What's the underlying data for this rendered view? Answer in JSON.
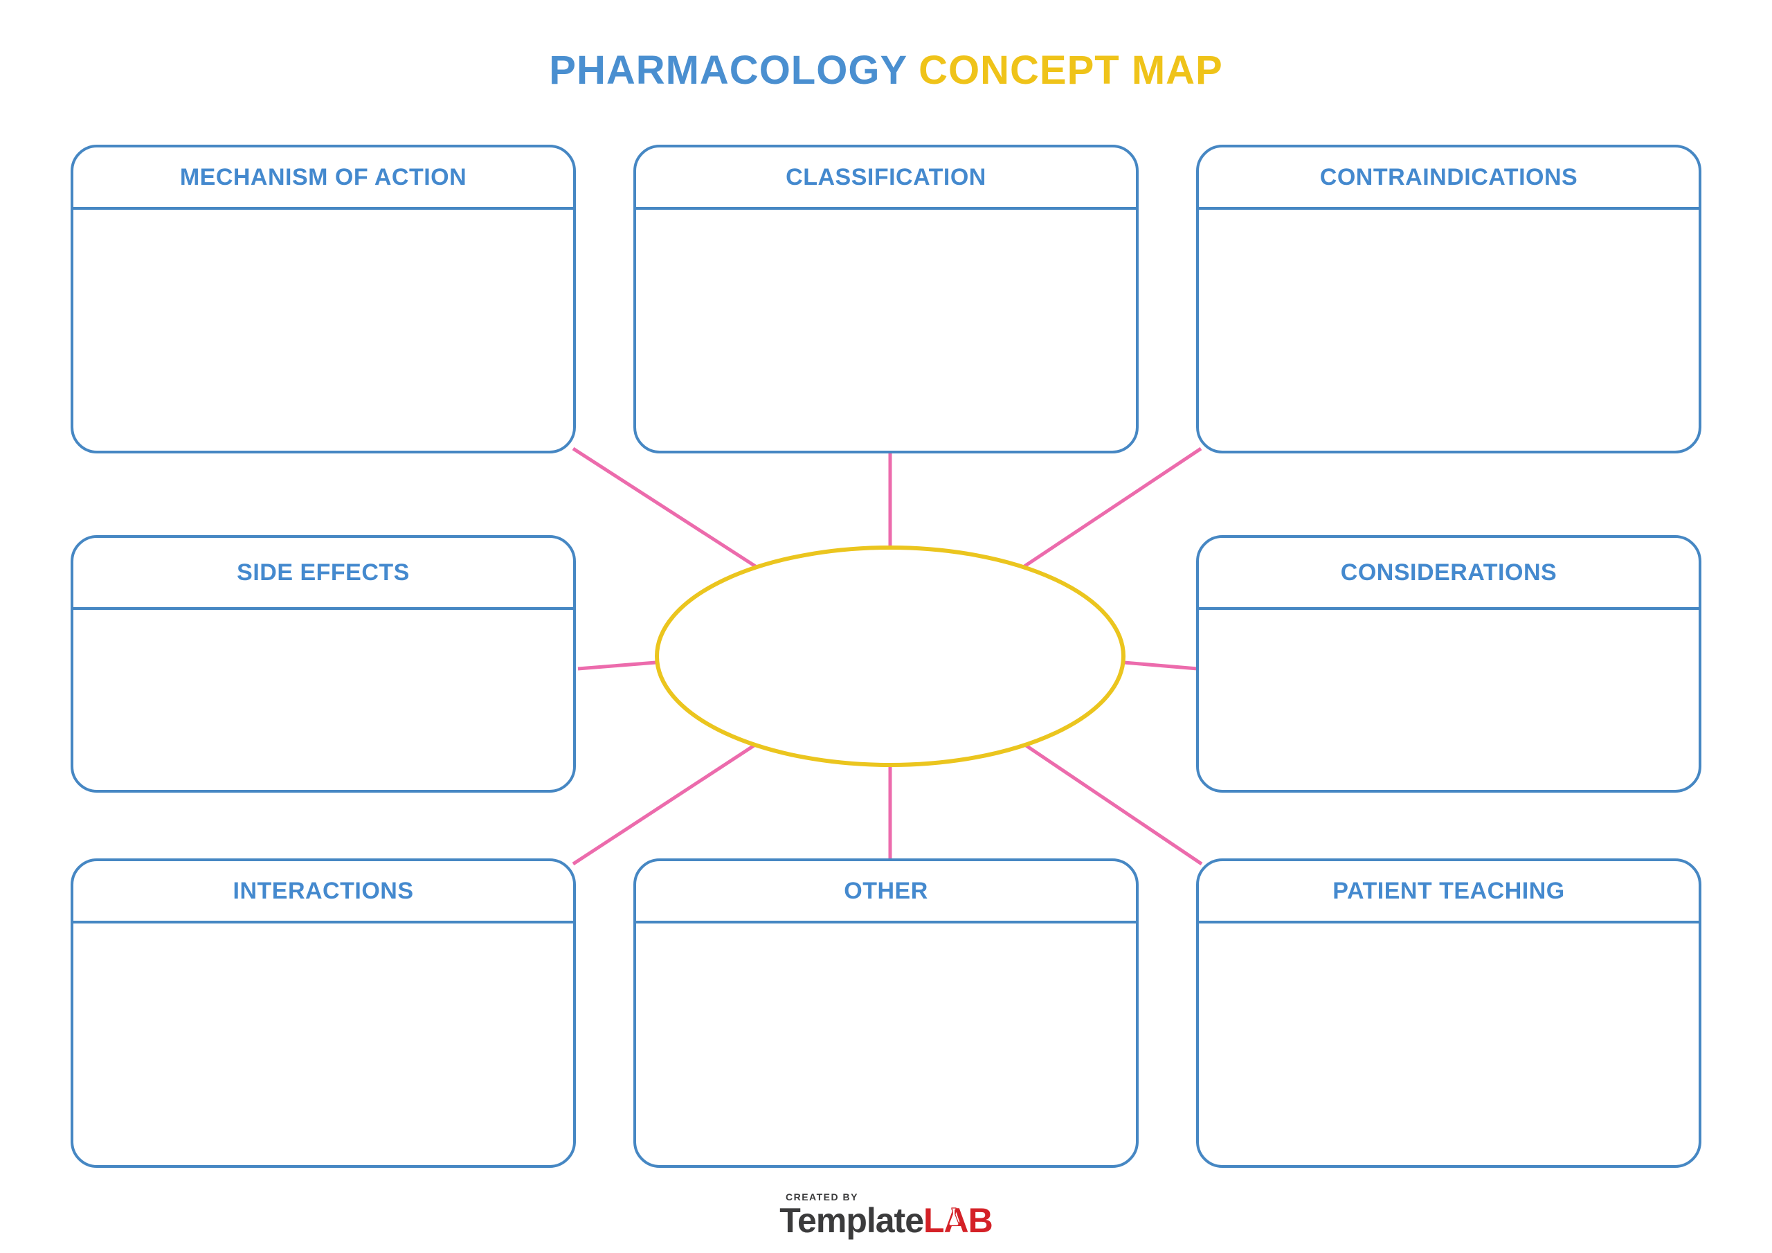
{
  "title": {
    "part1": "PHARMACOLOGY",
    "part2": "CONCEPT MAP"
  },
  "boxes": [
    {
      "id": "mechanism-of-action",
      "label": "MECHANISM OF ACTION",
      "content": ""
    },
    {
      "id": "classification",
      "label": "CLASSIFICATION",
      "content": ""
    },
    {
      "id": "contraindications",
      "label": "CONTRAINDICATIONS",
      "content": ""
    },
    {
      "id": "side-effects",
      "label": "SIDE EFFECTS",
      "content": ""
    },
    {
      "id": "considerations",
      "label": "CONSIDERATIONS",
      "content": ""
    },
    {
      "id": "interactions",
      "label": "INTERACTIONS",
      "content": ""
    },
    {
      "id": "other",
      "label": "OTHER",
      "content": ""
    },
    {
      "id": "patient-teaching",
      "label": "PATIENT TEACHING",
      "content": ""
    }
  ],
  "center": {
    "label": ""
  },
  "footer": {
    "created_by": "CREATED BY",
    "brand_name": "Template",
    "brand_suffix": "LAB"
  },
  "colors": {
    "title_blue": "#4a8fd0",
    "title_gold": "#efc319",
    "box_border_blue": "#4687c3",
    "box_label_blue": "#4489ce",
    "connector_pink": "#ec6bac",
    "ellipse_yellow": "#ebc51e",
    "brand_dark": "#3b3b3c",
    "brand_red": "#d42127"
  }
}
